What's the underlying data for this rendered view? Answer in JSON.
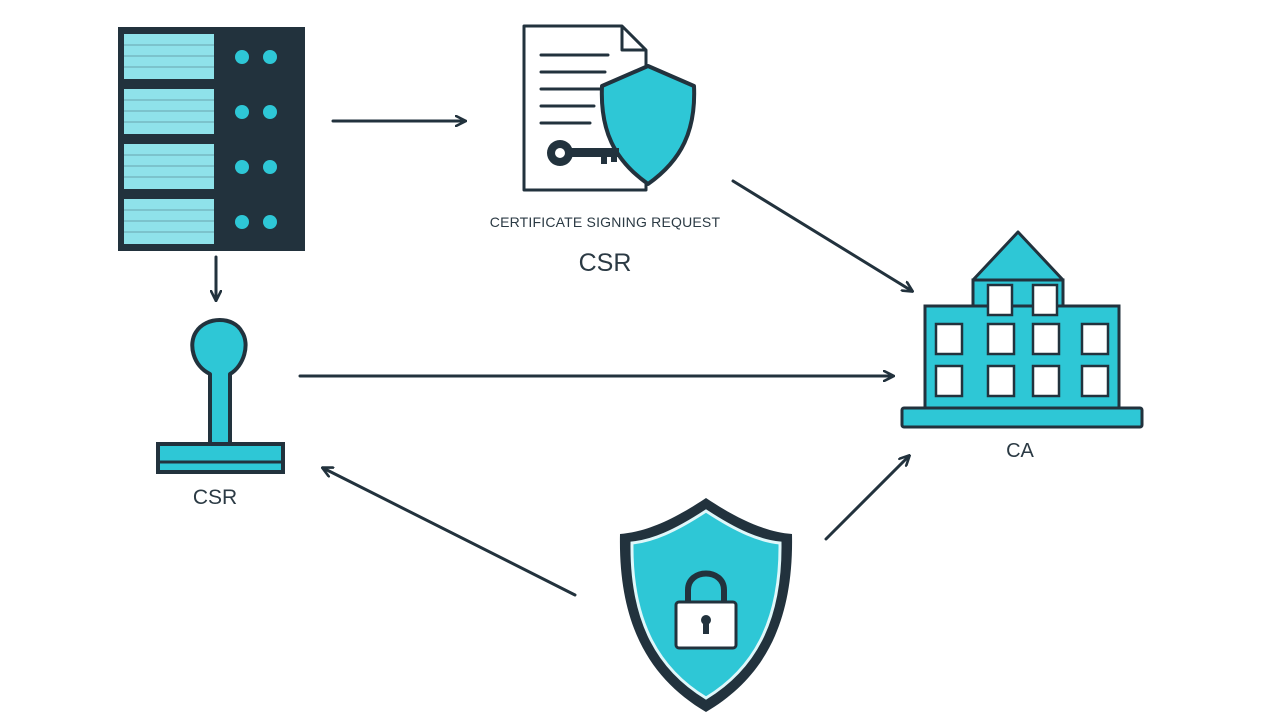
{
  "labels": {
    "document_caption": "CERTIFICATE SIGNING REQUEST",
    "csr_top": "CSR",
    "csr_left": "CSR",
    "ca": "CA"
  },
  "icons": {
    "server": "server-rack-icon",
    "document": "certificate-document-with-shield-and-key-icon",
    "stamp": "rubber-stamp-icon",
    "building": "certificate-authority-building-icon",
    "lock_shield": "shield-with-padlock-icon"
  },
  "colors": {
    "dark": "#22323d",
    "accent": "#2ec7d6",
    "light_accent": "#8fe2ea",
    "background": "#ffffff"
  }
}
